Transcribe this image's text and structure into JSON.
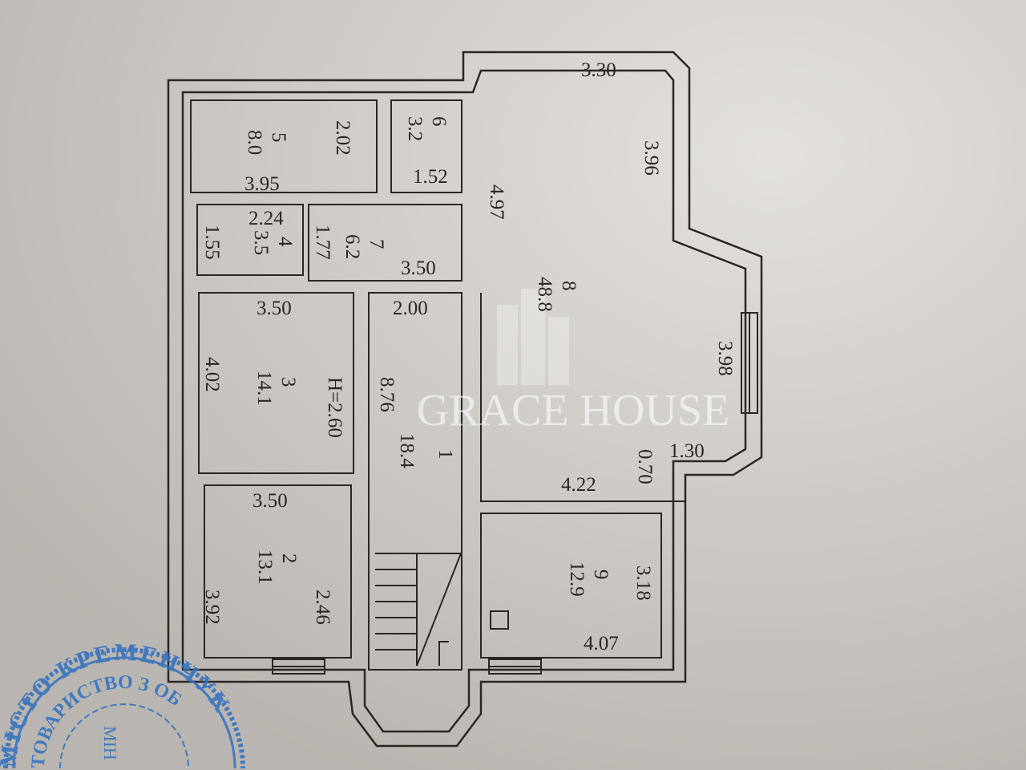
{
  "plan": {
    "ceiling_height": "H=2.60",
    "rooms": [
      {
        "number": "1",
        "area": "18.4",
        "dims": [
          "2.00",
          "8.76"
        ]
      },
      {
        "number": "2",
        "area": "13.1",
        "dims": [
          "3.50",
          "3.92",
          "2.46"
        ]
      },
      {
        "number": "3",
        "area": "14.1",
        "dims": [
          "3.50",
          "4.02"
        ]
      },
      {
        "number": "4",
        "area": "3.5",
        "dims": [
          "2.24",
          "1.55"
        ]
      },
      {
        "number": "5",
        "area": "8.0",
        "dims": [
          "3.95",
          "2.02"
        ]
      },
      {
        "number": "6",
        "area": "3.2",
        "dims": [
          "1.52"
        ]
      },
      {
        "number": "7",
        "area": "6.2",
        "dims": [
          "3.50",
          "1.77"
        ]
      },
      {
        "number": "8",
        "area": "48.8",
        "dims": [
          "3.30",
          "3.96",
          "4.97",
          "3.98",
          "4.22",
          "1.30",
          "0.70"
        ]
      },
      {
        "number": "9",
        "area": "12.9",
        "dims": [
          "3.18",
          "4.07"
        ]
      }
    ]
  },
  "watermark": "GRACE HOUSE",
  "stamp": {
    "outer_text": "МІСТО КРЕМЕНЧУК",
    "inner_text": "ТОВАРИСТВО З ОБ",
    "center_text": "МІН"
  },
  "colors": {
    "paper": "#cfcbc6",
    "ink": "#2b2622",
    "stamp": "#2f6fc0"
  }
}
